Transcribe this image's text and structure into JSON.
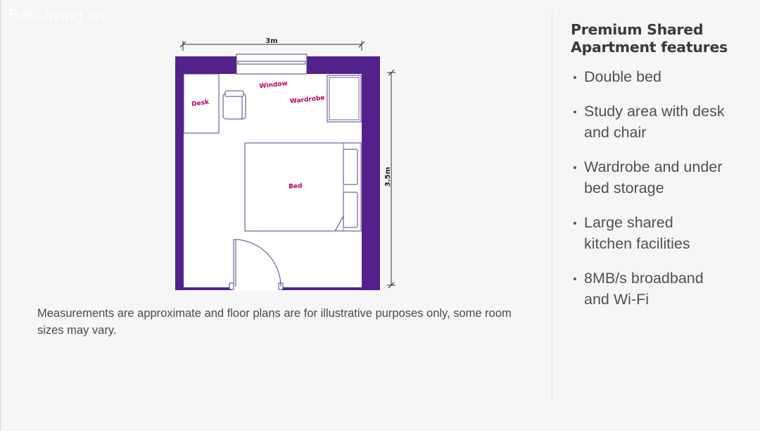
{
  "watermark": "Belloliving.cn",
  "floor_plan": {
    "width_label": "3m",
    "height_label": "3.5m",
    "labels": {
      "desk": "Desk",
      "window": "Window",
      "wardrobe": "Wardrobe",
      "bed": "Bed"
    },
    "colors": {
      "wall": "#53218a",
      "label": "#b8005e",
      "line": "#5a3c8c"
    }
  },
  "disclaimer": "Measurements are approximate and floor plans are for illustrative purposes only, some room sizes may vary.",
  "features": {
    "title": "Premium Shared Apartment features",
    "items": [
      "Double bed",
      "Study area with desk and chair",
      "Wardrobe and under bed storage",
      "Large shared kitchen facilities",
      "8MB/s broadband and Wi-Fi"
    ]
  }
}
